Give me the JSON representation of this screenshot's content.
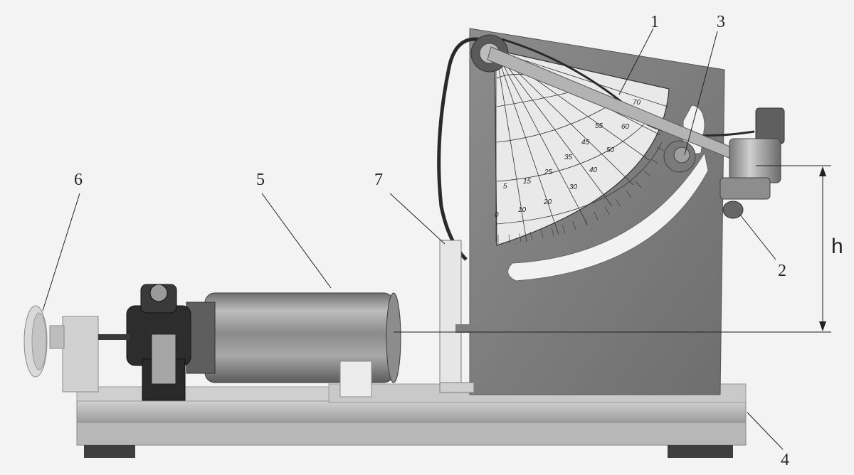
{
  "callouts": {
    "c1": "1",
    "c2": "2",
    "c3": "3",
    "c4": "4",
    "c5": "5",
    "c6": "6",
    "c7": "7"
  },
  "height_label": "h",
  "scale_numbers": [
    "0",
    "5",
    "10",
    "15",
    "20",
    "25",
    "30",
    "35",
    "40",
    "45",
    "50",
    "55",
    "60",
    "70"
  ]
}
